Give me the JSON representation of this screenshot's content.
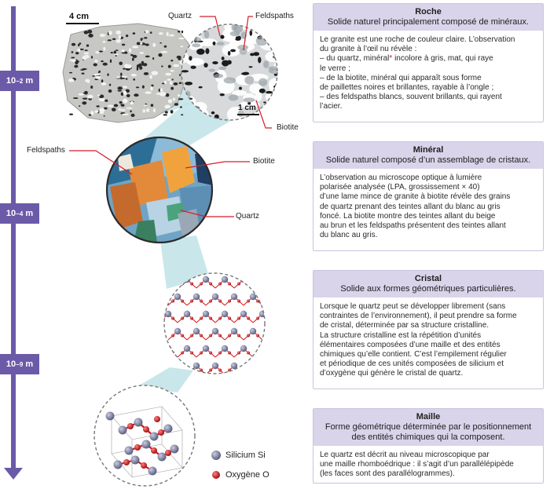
{
  "scale": {
    "labels": [
      {
        "base": "10",
        "exp": "−2",
        "unit": "m"
      },
      {
        "base": "10",
        "exp": "−4",
        "unit": "m"
      },
      {
        "base": "10",
        "exp": "−9",
        "unit": "m"
      }
    ]
  },
  "illustration": {
    "rock_scalebar": "4 cm",
    "zoom_scalebar": "1 cm",
    "labels": {
      "quartz_top": "Quartz",
      "feldspaths_top": "Feldspaths",
      "biotite_top": "Biotite",
      "feldspaths_mid": "Feldspaths",
      "biotite_mid": "Biotite",
      "quartz_mid": "Quartz"
    },
    "legend": {
      "silicium": "Silicium Si",
      "oxygene": "Oxygène O"
    },
    "colors": {
      "scale": "#6b5aa8",
      "silicium": "#8a8fae",
      "oxygene": "#d8141c",
      "callout": "#d41f2b",
      "zoom_cone": "#bfe3e6"
    }
  },
  "cards": [
    {
      "title": "Roche",
      "subtitle": "Solide naturel principalement composé de minéraux.",
      "lines": [
        "Le granite est une roche de couleur claire. L’observation",
        "du granite à l’œil nu révèle :",
        "– du quartz, minéral",
        "le verre ;",
        "– de la biotite, minéral qui apparaît sous forme",
        "de paillettes noires et brillantes, rayable à l’ongle ;",
        "– des feldspaths blancs, souvent brillants, qui rayent",
        "l’acier."
      ],
      "line3_tail": " incolore à gris, mat, qui raye",
      "star": "*"
    },
    {
      "title": "Minéral",
      "subtitle": "Solide naturel composé d’un assemblage de cristaux.",
      "lines": [
        "L’observation au microscope optique à lumière",
        "polarisée analysée (LPA, grossissement × 40)",
        "d’une lame mince de granite à biotite révèle des grains",
        "de quartz prenant des teintes allant du blanc au gris",
        "foncé. La biotite montre des teintes allant du beige",
        "au brun et les feldspaths présentent des teintes allant",
        "du blanc au gris."
      ]
    },
    {
      "title": "Cristal",
      "subtitle": "Solide aux formes géométriques particulières.",
      "lines": [
        "Lorsque le quartz peut se développer librement (sans",
        "contraintes de l’environnement), il peut prendre sa forme",
        "de cristal, déterminée par sa structure cristalline.",
        "La structure cristalline est la répétition d’unités",
        "élémentaires composées d’une maille et des entités",
        "chimiques qu’elle contient. C’est l’empilement régulier",
        "et périodique de ces unités composées de silicium et",
        "d’oxygène qui génère le cristal de quartz."
      ]
    },
    {
      "title": "Maille",
      "subtitle": "Forme géométrique déterminée par le positionnement des entités chimiques qui la composent.",
      "lines": [
        "Le quartz est décrit au niveau microscopique par",
        "une maille rhomboédrique : il s’agit d’un parallélépipède",
        "(les faces sont des parallélogrammes)."
      ]
    }
  ]
}
